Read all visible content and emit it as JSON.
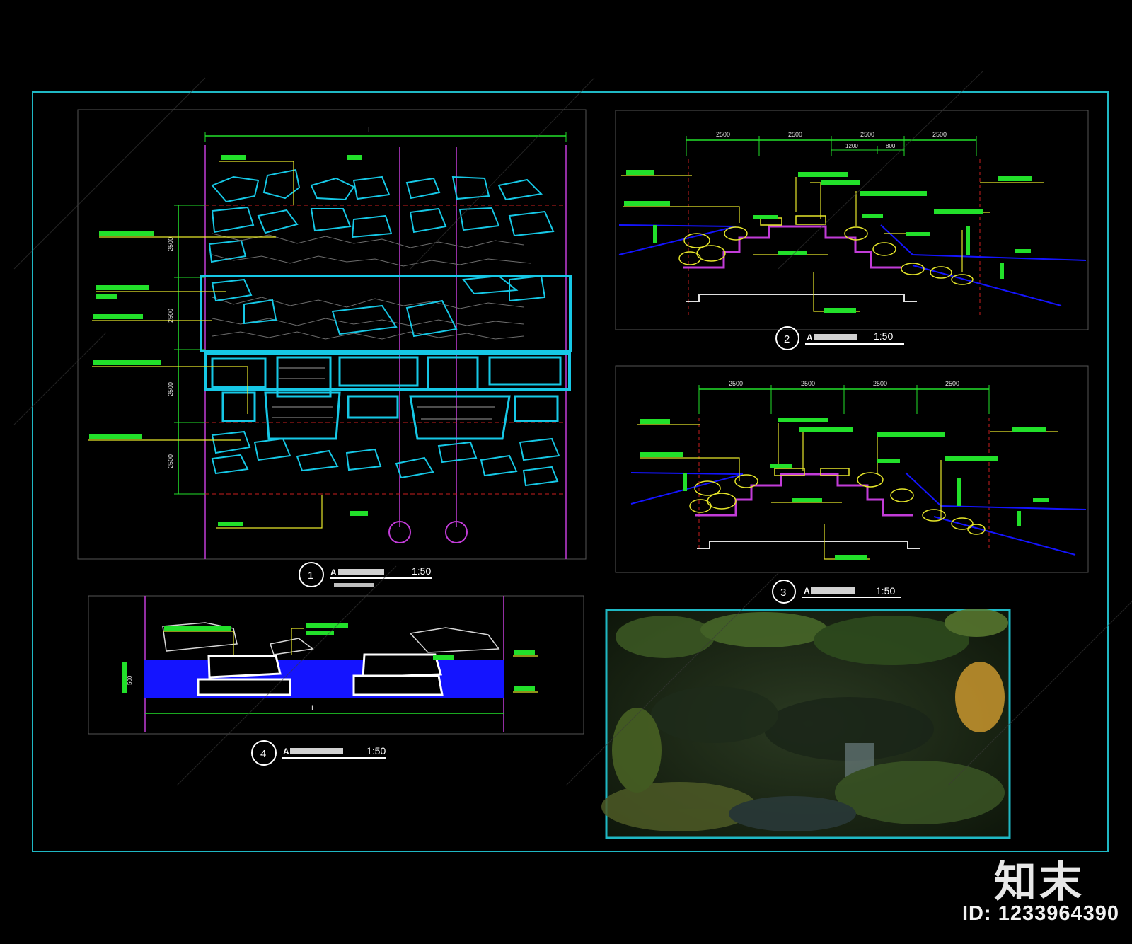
{
  "colors": {
    "background": "#000000",
    "frame": "#1fb8c4",
    "stone_cyan": "#16c8e6",
    "dimension_green": "#22e02a",
    "leader_yellow": "#e6e62a",
    "axis_magenta": "#c23cd8",
    "water_blue": "#1414ff",
    "level_red": "#c81e1e"
  },
  "views": [
    {
      "number": "1",
      "scale": "1:50",
      "title": "A",
      "subtitle": ""
    },
    {
      "number": "2",
      "scale": "1:50",
      "title": "A"
    },
    {
      "number": "3",
      "scale": "1:50",
      "title": "A"
    },
    {
      "number": "4",
      "scale": "1:50",
      "title": "A"
    }
  ],
  "view1": {
    "top_dim": "L",
    "dims": [
      "2500",
      "2500",
      "2500",
      "2500"
    ]
  },
  "view2": {
    "dims_top": [
      "2500",
      "2500",
      "2500",
      "2500"
    ],
    "dims_sub": [
      "1200",
      "800"
    ]
  },
  "view3": {
    "dims_top": [
      "2500",
      "2500",
      "2500",
      "2500"
    ]
  },
  "view4": {
    "bottom_dim": "L",
    "depth_dim": "500"
  },
  "photo": {
    "description_icon": "waterfall-photo"
  },
  "watermark": {
    "logo": "知末",
    "id": "ID: 1233964390"
  }
}
